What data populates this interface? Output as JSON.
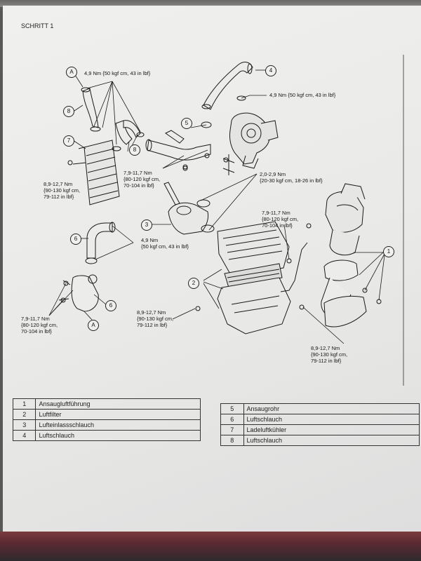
{
  "step_title": "SCHRITT 1",
  "callouts": {
    "A_top": "A",
    "A_bottom": "A",
    "n1": "1",
    "n2": "2",
    "n3": "3",
    "n4": "4",
    "n5": "5",
    "n6a": "6",
    "n6b": "6",
    "n7": "7",
    "n8a": "8",
    "n8b": "8"
  },
  "torque_labels": {
    "top_left": "4,9 Nm {50 kgf cm, 43 in lbf}",
    "top_right": "4,9 Nm {50 kgf cm, 43 in lbf}",
    "left_intercooler": [
      "8,9-12,7 Nm",
      "{90-130 kgf cm,",
      "79-112 in lbf}"
    ],
    "center_a": [
      "7,9-11,7 Nm",
      "{80-120 kgf cm,",
      "70-104 in lbf}"
    ],
    "clamp_small": [
      "2,0-2,9 Nm",
      "{20-30 kgf cm, 18-26 in lbf}"
    ],
    "right_upper": [
      "7,9-11,7 Nm",
      "{80-120 kgf cm,",
      "70-104 in lbf}"
    ],
    "mid_hose": [
      "4,9 Nm",
      "{50 kgf cm, 43 in lbf}"
    ],
    "airbox": [
      "8,9-12,7 Nm",
      "{90-130 kgf cm,",
      "79-112 in lbf}"
    ],
    "bottom_left": [
      "7,9-11,7 Nm",
      "{80-120 kgf cm,",
      "70-104 in lbf}"
    ],
    "bottom_right": [
      "8,9-12,7 Nm",
      "{90-130 kgf cm,",
      "79-112 in lbf}"
    ]
  },
  "legend_left": [
    {
      "num": "1",
      "name": "Ansaugluftführung"
    },
    {
      "num": "2",
      "name": "Luftfilter"
    },
    {
      "num": "3",
      "name": "Lufteinlassschlauch"
    },
    {
      "num": "4",
      "name": "Luftschlauch"
    }
  ],
  "legend_right": [
    {
      "num": "5",
      "name": "Ansaugrohr"
    },
    {
      "num": "6",
      "name": "Luftschlauch"
    },
    {
      "num": "7",
      "name": "Ladeluftkühler"
    },
    {
      "num": "8",
      "name": "Luftschlauch"
    }
  ]
}
